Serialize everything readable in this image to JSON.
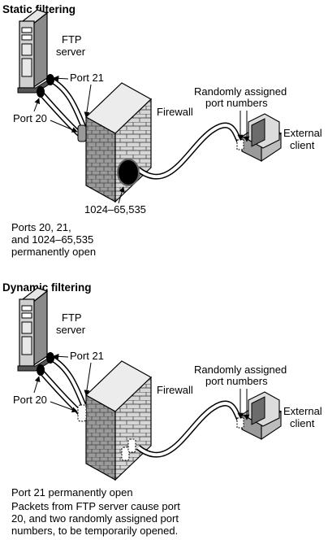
{
  "panels": [
    {
      "heading": "Static filtering",
      "ftp_label": [
        "FTP",
        "server"
      ],
      "port21_label": "Port 21",
      "port20_label": "Port 20",
      "firewall_label": "Firewall",
      "random_ports_label": [
        "Randomly assigned",
        "port numbers"
      ],
      "client_label": [
        "External",
        "client"
      ],
      "range_label": "1024–65,535",
      "notes": [
        "Ports 20, 21,",
        "and 1024–65,535",
        "permanently open"
      ]
    },
    {
      "heading": "Dynamic filtering",
      "ftp_label": [
        "FTP",
        "server"
      ],
      "port21_label": "Port 21",
      "port20_label": "Port 20",
      "firewall_label": "Firewall",
      "random_ports_label": [
        "Randomly assigned",
        "port numbers"
      ],
      "client_label": [
        "External",
        "client"
      ],
      "range_label": "",
      "notes": [
        "Port 21 permanently open",
        "",
        "Packets from FTP server cause port",
        "20, and two randomly assigned port",
        "numbers, to be temporarily opened."
      ]
    }
  ]
}
